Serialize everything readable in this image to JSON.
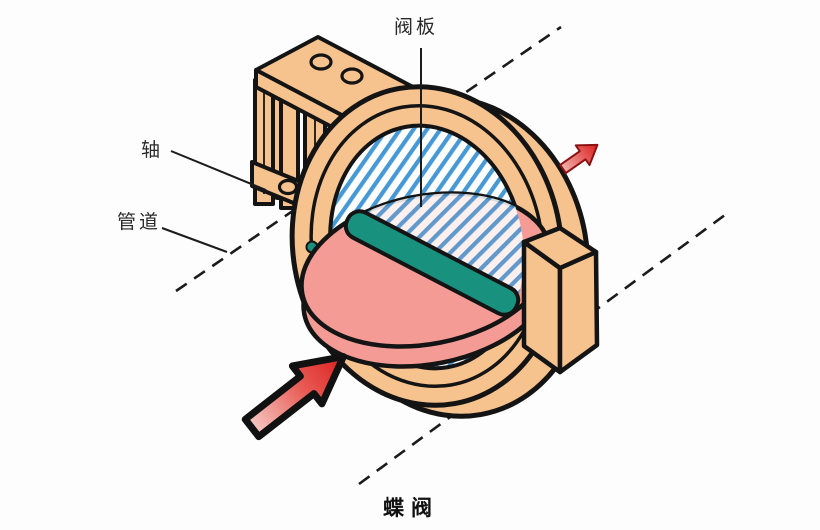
{
  "diagram": {
    "caption": "蝶阀",
    "labels": {
      "valve_plate": "阀板",
      "shaft": "轴",
      "pipe": "管道"
    },
    "colors": {
      "body_tan": "#F6C28D",
      "disc_pink": "#F49B96",
      "shaft_teal": "#18917E",
      "hatch_blue": "#4799D6",
      "arrow_red": "#DD1F1F",
      "arrow_tail_pink": "#F6C9C4",
      "outline": "#141414",
      "background": "#FDFDFD"
    },
    "icons": [
      "flow-arrow-large-icon",
      "flow-arrow-small-icon"
    ],
    "elements": [
      "mounting-bracket",
      "valve-body-ring",
      "pipe-bore-hatched",
      "valve-disc",
      "shaft-bar",
      "flange-boss",
      "pipe-centerline-upper",
      "pipe-centerline-lower"
    ]
  }
}
